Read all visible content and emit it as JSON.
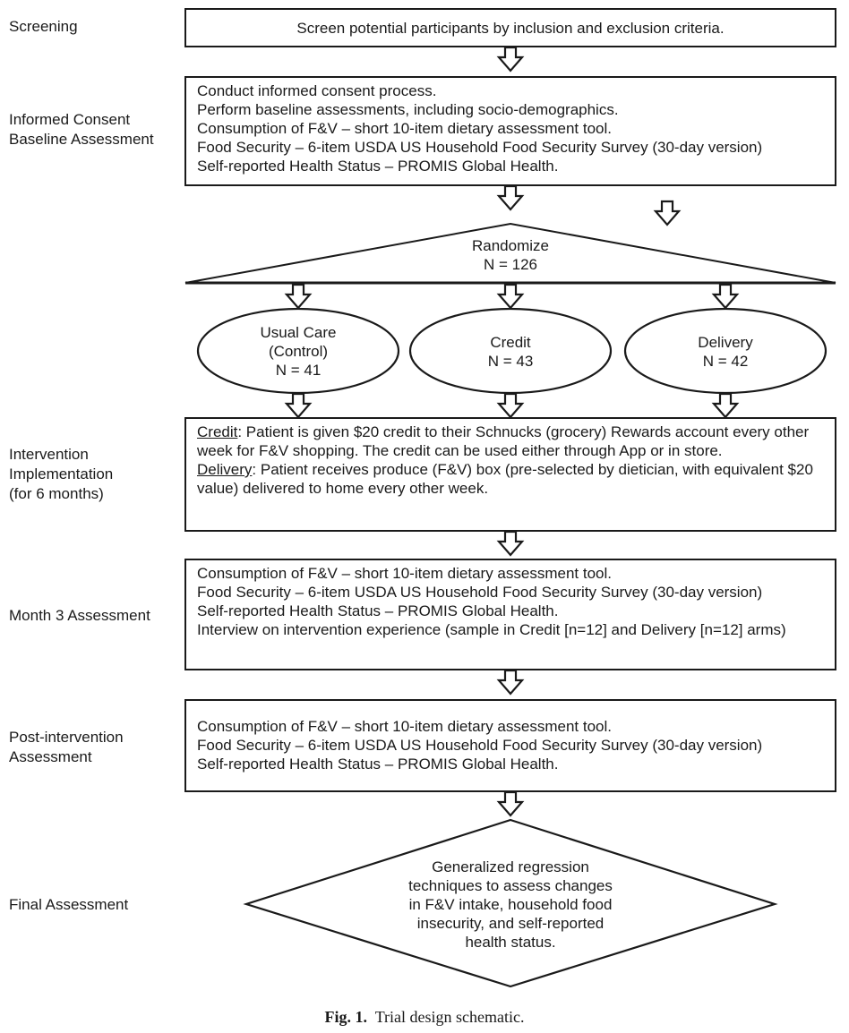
{
  "stage_labels": {
    "screening": "Screening",
    "consent": [
      "Informed Consent",
      "Baseline Assessment"
    ],
    "intervention": [
      "Intervention",
      "Implementation",
      "(for 6 months)"
    ],
    "month3": "Month 3 Assessment",
    "post": [
      "Post-intervention",
      "Assessment"
    ],
    "final": "Final Assessment"
  },
  "screening_box": "Screen potential participants by inclusion and exclusion criteria.",
  "baseline_box": [
    "Conduct informed consent process.",
    "Perform baseline assessments, including socio-demographics.",
    "Consumption of F&V – short 10-item dietary assessment tool.",
    "Food Security – 6-item USDA US Household Food Security Survey (30-day version)",
    "Self-reported Health Status – PROMIS Global Health."
  ],
  "randomize": {
    "label": "Randomize",
    "n": "N = 126"
  },
  "arms": [
    {
      "name": "Usual Care",
      "sub": "(Control)",
      "n": "N = 41"
    },
    {
      "name": "Credit",
      "sub": "",
      "n": "N = 43"
    },
    {
      "name": "Delivery",
      "sub": "",
      "n": "N = 42"
    }
  ],
  "intervention_box": {
    "credit_label": "Credit",
    "credit_text": ": Patient is given $20 credit to their Schnucks (grocery) Rewards account every other week for F&V shopping. The credit can be used either through App or in store.",
    "delivery_label": "Delivery",
    "delivery_text": ": Patient receives produce (F&V) box (pre-selected by dietician, with equivalent $20 value) delivered to home every other week."
  },
  "month3_box": [
    "Consumption of F&V – short 10-item dietary assessment tool.",
    "Food Security – 6-item USDA US Household Food Security Survey (30-day version)",
    "Self-reported Health Status – PROMIS Global Health.",
    "Interview on intervention experience (sample in Credit [n=12] and Delivery [n=12] arms)"
  ],
  "post_box": [
    "Consumption of F&V – short 10-item dietary assessment tool.",
    "Food Security – 6-item USDA US Household Food Security Survey (30-day version)",
    "Self-reported Health Status – PROMIS Global Health."
  ],
  "final_diamond": [
    "Generalized regression",
    "techniques to assess changes",
    "in F&V intake, household food",
    "insecurity, and self-reported",
    "health status."
  ],
  "caption": {
    "label": "Fig. 1.",
    "text": "Trial design schematic."
  }
}
